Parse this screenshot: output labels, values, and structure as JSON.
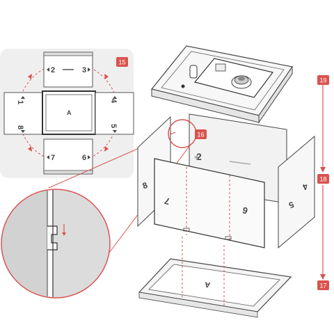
{
  "inset_labels": {
    "center": "A",
    "top_left": "2",
    "top_right": "3",
    "left_top": "1",
    "left_bottom": "8",
    "right_top": "4",
    "right_bottom": "5",
    "bottom_left": "7",
    "bottom_right": "6"
  },
  "steps": {
    "inset": "15",
    "hinge": "16",
    "top": "19",
    "middle": "18",
    "bottom": "17"
  },
  "assembly_labels": {
    "back_panel": "2",
    "front_left": "7",
    "front_right": "6",
    "left_side": "8",
    "right_side": "4",
    "right_side_bottom": "5",
    "base": "A"
  },
  "colors": {
    "accent": "#d9534f",
    "inset_bg": "#f0f0f0",
    "line": "#555555"
  }
}
